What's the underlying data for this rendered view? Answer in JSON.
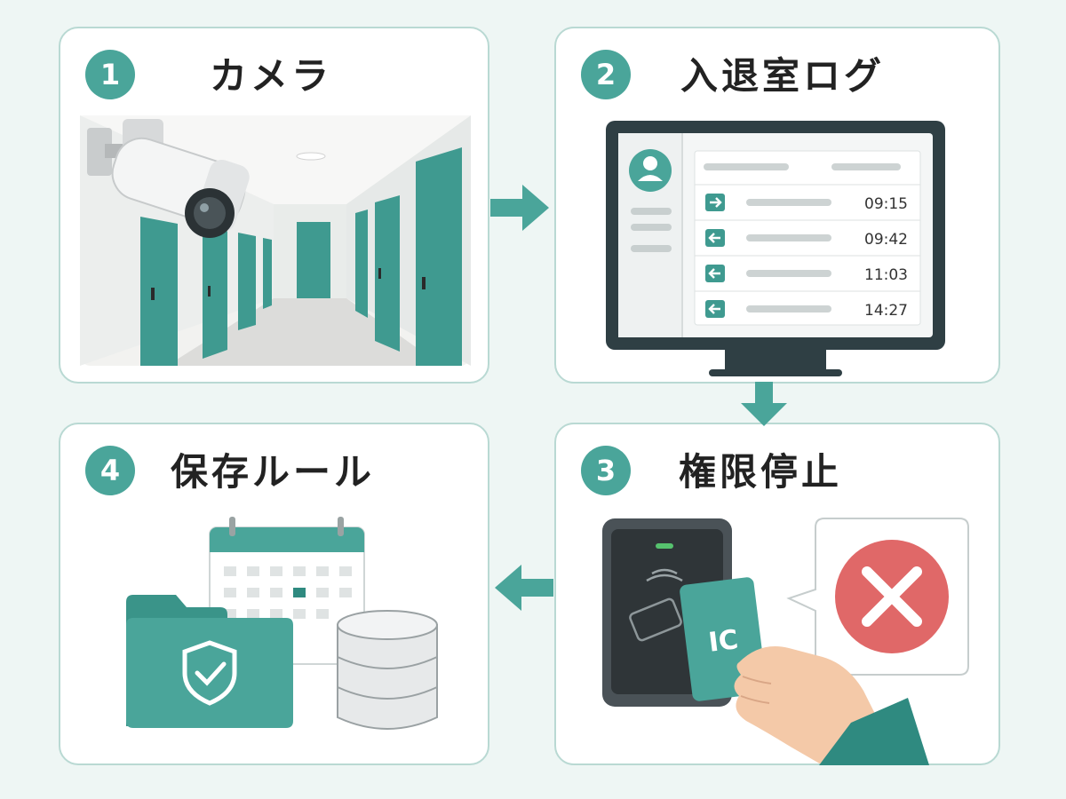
{
  "steps": [
    {
      "number": "1",
      "title": "カメラ"
    },
    {
      "number": "2",
      "title": "入退室ログ"
    },
    {
      "number": "3",
      "title": "権限停止"
    },
    {
      "number": "4",
      "title": "保存ルール"
    }
  ],
  "log": {
    "times": [
      "09:15",
      "09:42",
      "11:03",
      "14:27"
    ]
  },
  "card": {
    "label": "IC"
  },
  "colors": {
    "teal": "#4aa59a",
    "teal_dark": "#2f8a80",
    "panel_border": "#b9d9d3",
    "monitor_dark": "#2f3f44",
    "deny_red": "#e06868"
  }
}
